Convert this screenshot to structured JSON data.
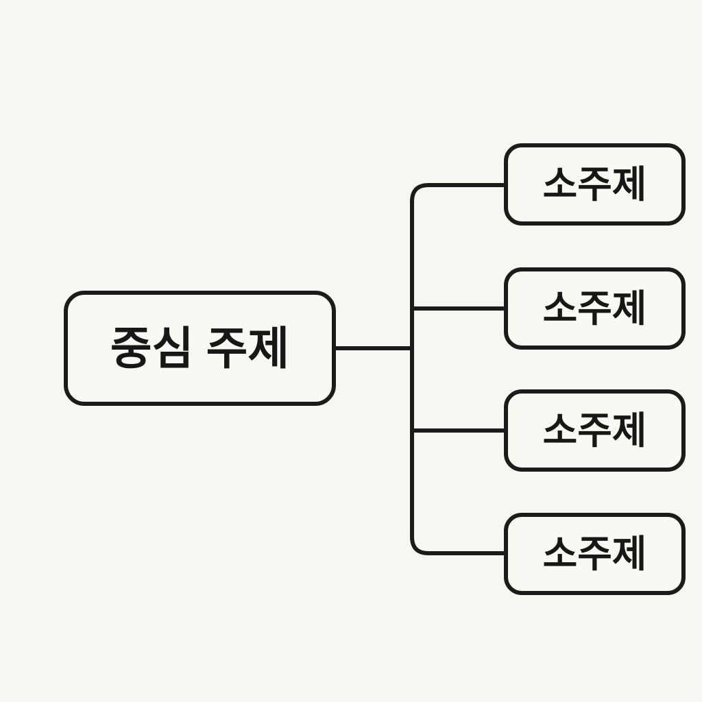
{
  "canvas": {
    "background_color": "#f8f6f0"
  },
  "mindmap": {
    "root": {
      "label": "중심 주제"
    },
    "children": [
      {
        "label": "소주제"
      },
      {
        "label": "소주제"
      },
      {
        "label": "소주제"
      },
      {
        "label": "소주제"
      }
    ],
    "style": {
      "line_color": "#1b1b1b",
      "node_fill_color": "#faf8f2",
      "text_color": "#171717"
    }
  }
}
